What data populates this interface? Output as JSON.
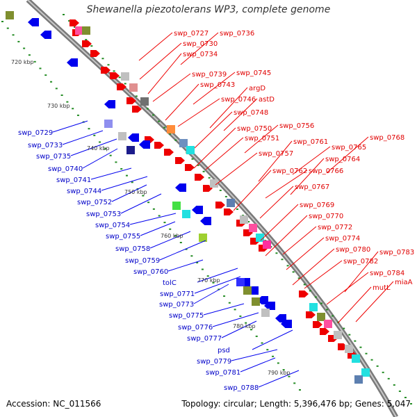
{
  "title": "Shewanella piezotolerans WP3, complete genome",
  "footer": {
    "accession": "Accession: NC_011566",
    "topology": "Topology: circular; Length: 5,396,476 bp; Genes: 5,047"
  },
  "ticks": [
    "720 kbp",
    "730 kbp",
    "740 kbp",
    "750 kbp",
    "760 kbp",
    "770 kbp",
    "780 kbp",
    "790 kbp"
  ],
  "red_labels": [
    "swp_0727",
    "swp_0736",
    "swp_0730",
    "swp_0734",
    "swp_0739",
    "swp_0745",
    "swp_0743",
    "argD",
    "swp_0746",
    "astD",
    "swp_0748",
    "swp_0750",
    "swp_0756",
    "swp_0751",
    "swp_0768",
    "swp_0761",
    "swp_0765",
    "swp_0757",
    "swp_0764",
    "swp_0762",
    "swp_0766",
    "swp_0767",
    "swp_0769",
    "swp_0770",
    "swp_0772",
    "swp_0774",
    "swp_0780",
    "swp_0783",
    "swp_0782",
    "swp_0784",
    "mutL",
    "miaA"
  ],
  "blue_labels": [
    "swp_0729",
    "swp_0733",
    "swp_0735",
    "swp_0740",
    "swp_0741",
    "swp_0744",
    "swp_0752",
    "swp_0753",
    "swp_0754",
    "swp_0755",
    "swp_0758",
    "swp_0759",
    "swp_0760",
    "tolC",
    "swp_0771",
    "swp_0773",
    "swp_0775",
    "swp_0776",
    "swp_0777",
    "psd",
    "swp_0779",
    "swp_0781",
    "swp_0788"
  ],
  "colors": {
    "forward_gene": "#ee0000",
    "reverse_gene": "#0000ee",
    "backbone": "#888888",
    "gc_dots": "#228b22"
  }
}
